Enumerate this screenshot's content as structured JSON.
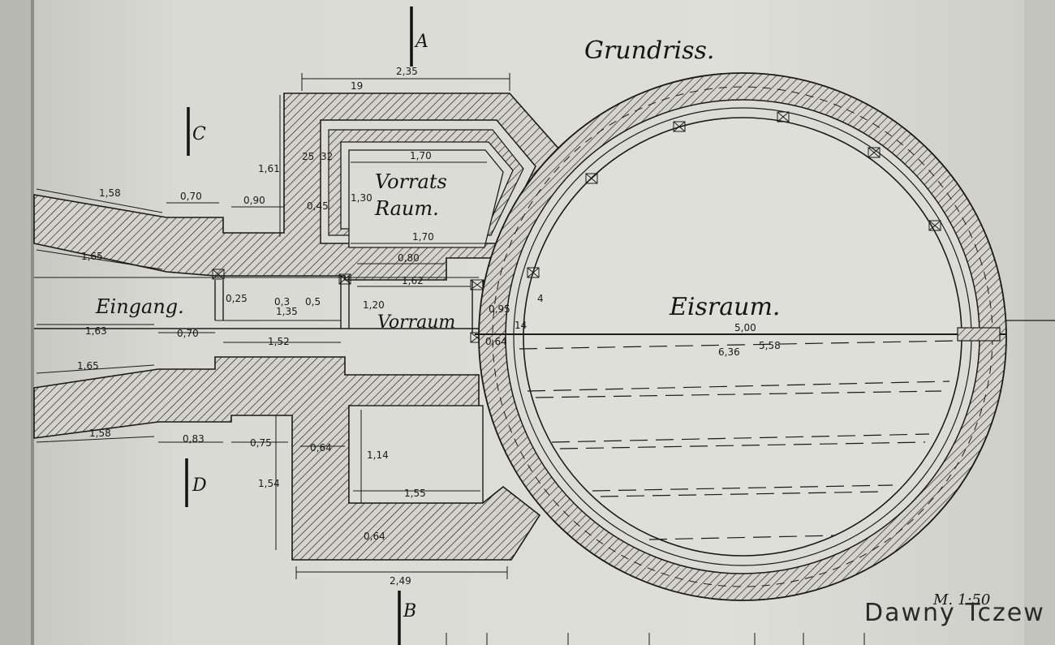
{
  "labels": {
    "title": "Grundriss.",
    "storage_room_line1": "Vorrats",
    "storage_room_line2": "Raum.",
    "ice_room": "Eisraum.",
    "anteroom": "Vorraum",
    "entrance": "Eingang.",
    "section_a": "A",
    "section_c": "C",
    "section_d": "D",
    "section_b": "B",
    "signature": "M. 1:50",
    "watermark": "Dawny Tczew"
  },
  "dimensions": {
    "top_2_35": "2,35",
    "top_19": "19",
    "left_1_58": "1,58",
    "left_0_70_top": "0,70",
    "left_0_90": "0,90",
    "side_1_61": "1,61",
    "storage_1_70_top": "1,70",
    "storage_1_30": "1,30",
    "storage_1_70_bottom": "1,70",
    "wall_25": "25",
    "wall_32": "32",
    "wall_45": "0,45",
    "mid_0_80": "0,80",
    "mid_1_62": "1,62",
    "left_1_65_top": "1,65",
    "mid_1_20": "1,20",
    "mid_1_35": "1,35",
    "mid_0_5": "0,5",
    "mid_0_3": "0,3",
    "mid_0_25": "0,25",
    "mid_0_95": "0,95",
    "mid_0_64": "0,64",
    "circle_5_00": "5,00",
    "circle_6_36": "6,36",
    "circle_5_58": "5,58",
    "circle_14": "14",
    "circle_4": "4",
    "entr_1_63": "1,63",
    "entr_0_70": "0,70",
    "entr_1_52": "1,52",
    "left_1_65_bottom": "1,65",
    "bot_1_58": "1,58",
    "bot_0_83": "0,83",
    "bot_0_75": "0,75",
    "bot_0_64": "0,64",
    "bot_1_54": "1,54",
    "bot_1_14": "1,14",
    "bot_1_55": "1,55",
    "bot_2_49": "2,49",
    "bot_0_64_small": "0,64"
  },
  "colors": {
    "paper": "#dcdcd6",
    "ink": "#1a1a1a",
    "shadow": "#1e1e1c"
  }
}
